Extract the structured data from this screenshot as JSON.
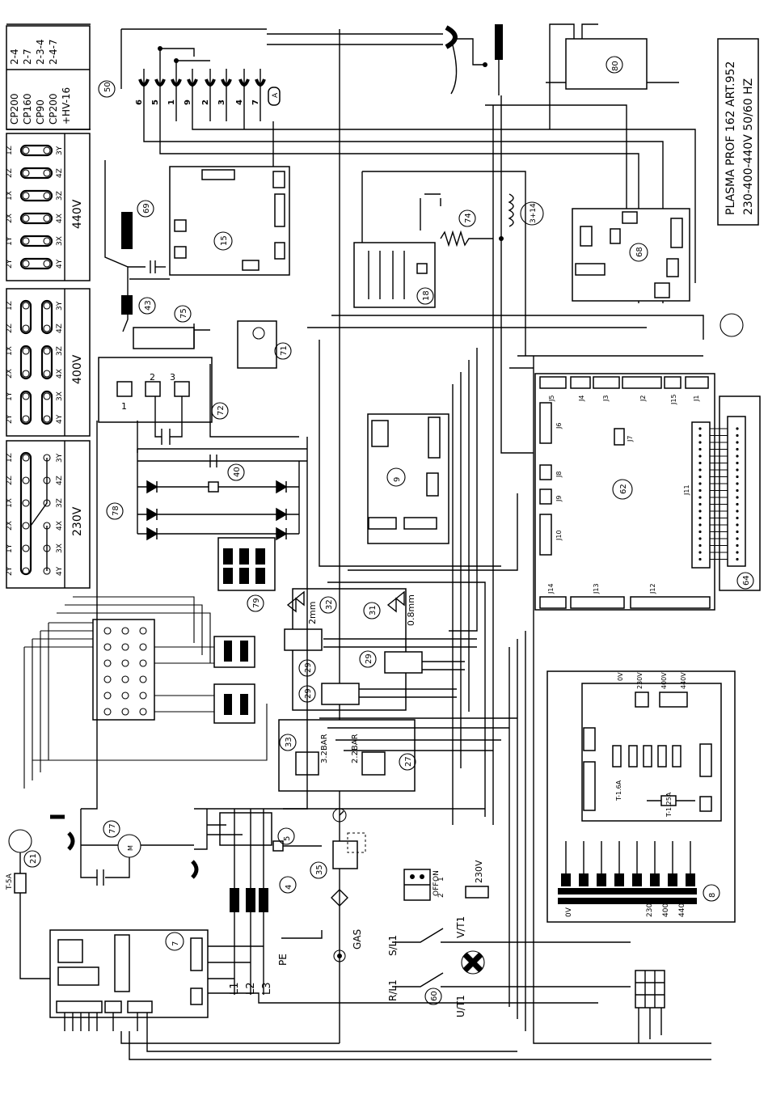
{
  "title": {
    "line1": "PLASMA PROF 162 ART.952",
    "line2": "230-400-440V 50/60 HZ"
  },
  "model_table": {
    "models": [
      "CP200",
      "CP160",
      "CP90",
      "CP200",
      "+HV-16"
    ],
    "codes": [
      "2-4",
      "2-7",
      "2-3-4",
      "2-4-7"
    ]
  },
  "voltage_panels": [
    {
      "voltage": "440V",
      "rows": [
        [
          "1Z",
          "3Y"
        ],
        [
          "2Z",
          "4Z"
        ],
        [
          "1X",
          "3Z"
        ],
        [
          "2X",
          "4X"
        ],
        [
          "1Y",
          "3X"
        ],
        [
          "2Y",
          "4Y"
        ]
      ]
    },
    {
      "voltage": "400V",
      "rows": [
        [
          "1Z",
          "3Y"
        ],
        [
          "2Z",
          "4Z"
        ],
        [
          "1X",
          "3Z"
        ],
        [
          "2X",
          "4X"
        ],
        [
          "1Y",
          "3X"
        ],
        [
          "2Y",
          "4Y"
        ]
      ]
    },
    {
      "voltage": "230V",
      "rows": [
        [
          "1Z",
          "3Y"
        ],
        [
          "2Z",
          "4Z"
        ],
        [
          "1X",
          "3Z"
        ],
        [
          "2X",
          "4X"
        ],
        [
          "1Y",
          "3X"
        ],
        [
          "2Y",
          "4Y"
        ]
      ]
    }
  ],
  "torch_pins": [
    "6",
    "5",
    "1",
    "9",
    "2",
    "3",
    "4",
    "7"
  ],
  "components": {
    "c80": "80",
    "c50": "50",
    "c69": "69",
    "c15": "15",
    "c74": "74",
    "c3_14": "3+14",
    "c68": "68",
    "c18": "18",
    "c43": "43",
    "c75": "75",
    "c71": "71",
    "c72": "72",
    "c9": "9",
    "c40": "40",
    "c78": "78",
    "c62": "62",
    "c79": "79",
    "c32": "32",
    "c31": "31",
    "c29a": "29",
    "c29b": "29",
    "c29c": "29",
    "c33": "33",
    "c27": "27",
    "c21": "21",
    "c77": "77",
    "c5": "5",
    "c35": "35",
    "c4": "4",
    "c7": "7",
    "c60": "60",
    "c8": "8",
    "c64": "64",
    "c1": "1",
    "c2": "2",
    "c3": "3"
  },
  "labels": {
    "valve_2mm": "2mm",
    "valve_08mm": "0.8mm",
    "p_32bar": "3.2BAR",
    "p_22bar": "2.2BAR",
    "gas": "GAS",
    "pe": "PE",
    "l1": "L1",
    "l2": "L2",
    "l3": "L3",
    "s_l1": "S/L1",
    "r_l1": "R/L1",
    "v_t1": "V/T1",
    "u_t1": "U/T1",
    "v230": "230V",
    "off": "OFF",
    "on": "ON",
    "sw1": "1",
    "sw2": "2",
    "fuse_5a": "T-5A",
    "fuse_1_25a": "T-1.25A",
    "fuse_1_6a": "T-1.6A",
    "jumper_0v": "0V",
    "jumper_230v": "230V",
    "jumper_400v": "400V",
    "jumper_440v": "440V",
    "tr_0v": "0V",
    "tr_230v": "230V",
    "tr_400v": "400V",
    "tr_440v": "440V"
  },
  "connectors": {
    "j14": "J14",
    "j13": "J13",
    "j12": "J12",
    "j11": "J11",
    "j10": "J10",
    "j9": "J9",
    "j8": "J8",
    "j7": "J7",
    "j6": "J6",
    "j5": "J5",
    "j4": "J4",
    "j3": "J3",
    "j2": "J2",
    "j1": "J1",
    "j15": "J15"
  },
  "sel_rows": [
    [
      "1X",
      "2Z",
      "1Z",
      "3Y",
      "4Z",
      "3Z"
    ],
    [
      "2X",
      "1Y",
      "3X",
      "4X"
    ],
    [
      "2Y",
      "4Y",
      "3X"
    ]
  ]
}
